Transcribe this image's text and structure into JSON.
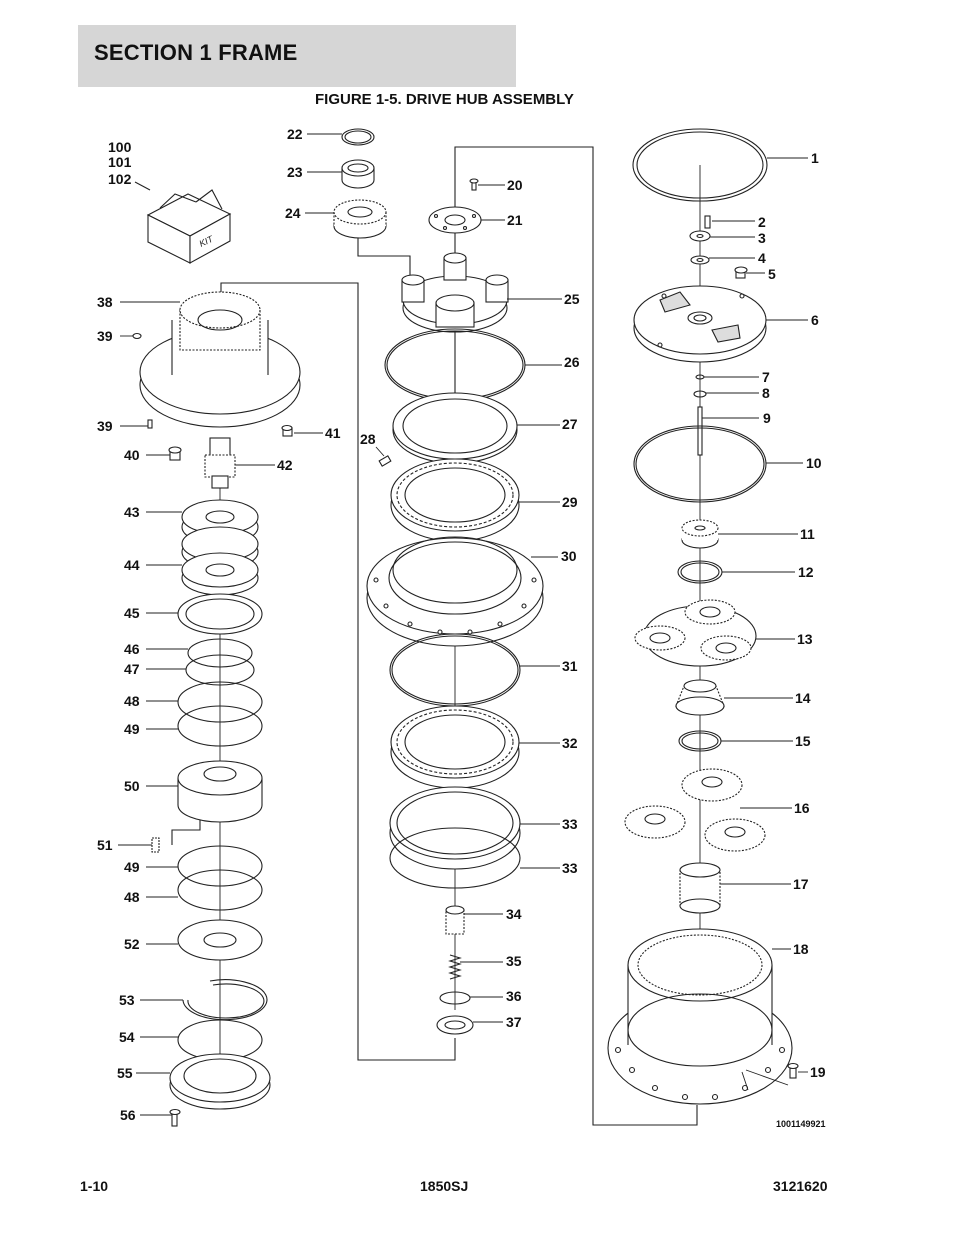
{
  "header": {
    "section_title": "SECTION 1  FRAME"
  },
  "figure": {
    "title": "FIGURE 1-5. DRIVE HUB ASSEMBLY",
    "drawing_number": "1001149921",
    "kit_label": "KIT"
  },
  "callouts": {
    "c1": "1",
    "c2": "2",
    "c3": "3",
    "c4": "4",
    "c5": "5",
    "c6": "6",
    "c7": "7",
    "c8": "8",
    "c9": "9",
    "c10": "10",
    "c11": "11",
    "c12": "12",
    "c13": "13",
    "c14": "14",
    "c15": "15",
    "c16": "16",
    "c17": "17",
    "c18": "18",
    "c19": "19",
    "c20": "20",
    "c21": "21",
    "c22": "22",
    "c23": "23",
    "c24": "24",
    "c25": "25",
    "c26": "26",
    "c27": "27",
    "c28": "28",
    "c29": "29",
    "c30": "30",
    "c31": "31",
    "c32": "32",
    "c33a": "33",
    "c33b": "33",
    "c34": "34",
    "c35": "35",
    "c36": "36",
    "c37": "37",
    "c38": "38",
    "c39a": "39",
    "c39b": "39",
    "c40": "40",
    "c41": "41",
    "c42": "42",
    "c43": "43",
    "c44": "44",
    "c45": "45",
    "c46": "46",
    "c47": "47",
    "c48a": "48",
    "c49a": "49",
    "c50": "50",
    "c51": "51",
    "c49b": "49",
    "c48b": "48",
    "c52": "52",
    "c53": "53",
    "c54": "54",
    "c55": "55",
    "c56": "56",
    "c100": "100",
    "c101": "101",
    "c102": "102"
  },
  "footer": {
    "page": "1-10",
    "model": "1850SJ",
    "manual": "3121620"
  }
}
